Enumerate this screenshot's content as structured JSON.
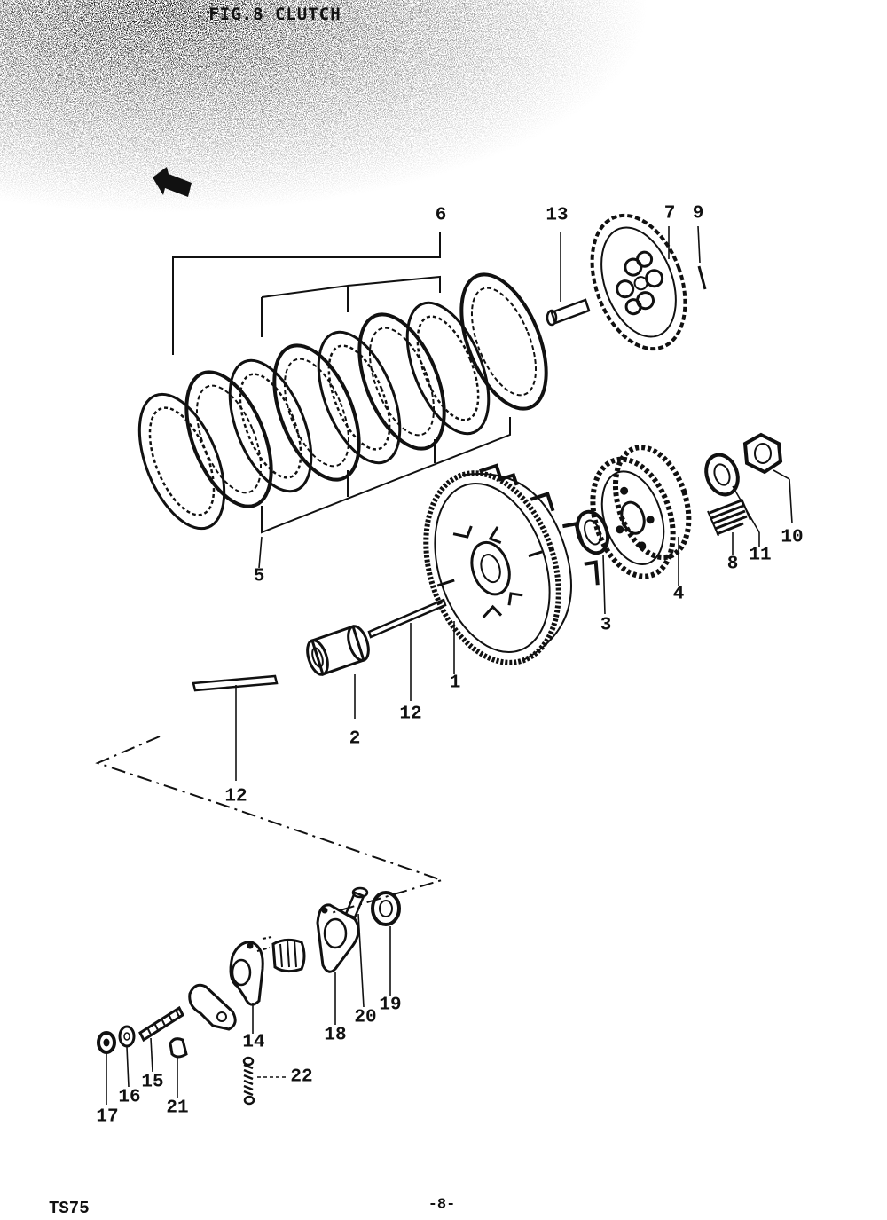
{
  "figure": {
    "title": "FIG.8  CLUTCH",
    "model": "TS75",
    "page_number": "-8-"
  },
  "callouts": {
    "p1": "1",
    "p2": "2",
    "p3": "3",
    "p4": "4",
    "p5": "5",
    "p6": "6",
    "p7": "7",
    "p8": "8",
    "p9": "9",
    "p10": "10",
    "p11": "11",
    "p12a": "12",
    "p12b": "12",
    "p13": "13",
    "p14": "14",
    "p15": "15",
    "p16": "16",
    "p17": "17",
    "p18": "18",
    "p19": "19",
    "p20": "20",
    "p21": "21",
    "p22": "22"
  },
  "colors": {
    "ink": "#111111",
    "paper": "#ffffff"
  }
}
